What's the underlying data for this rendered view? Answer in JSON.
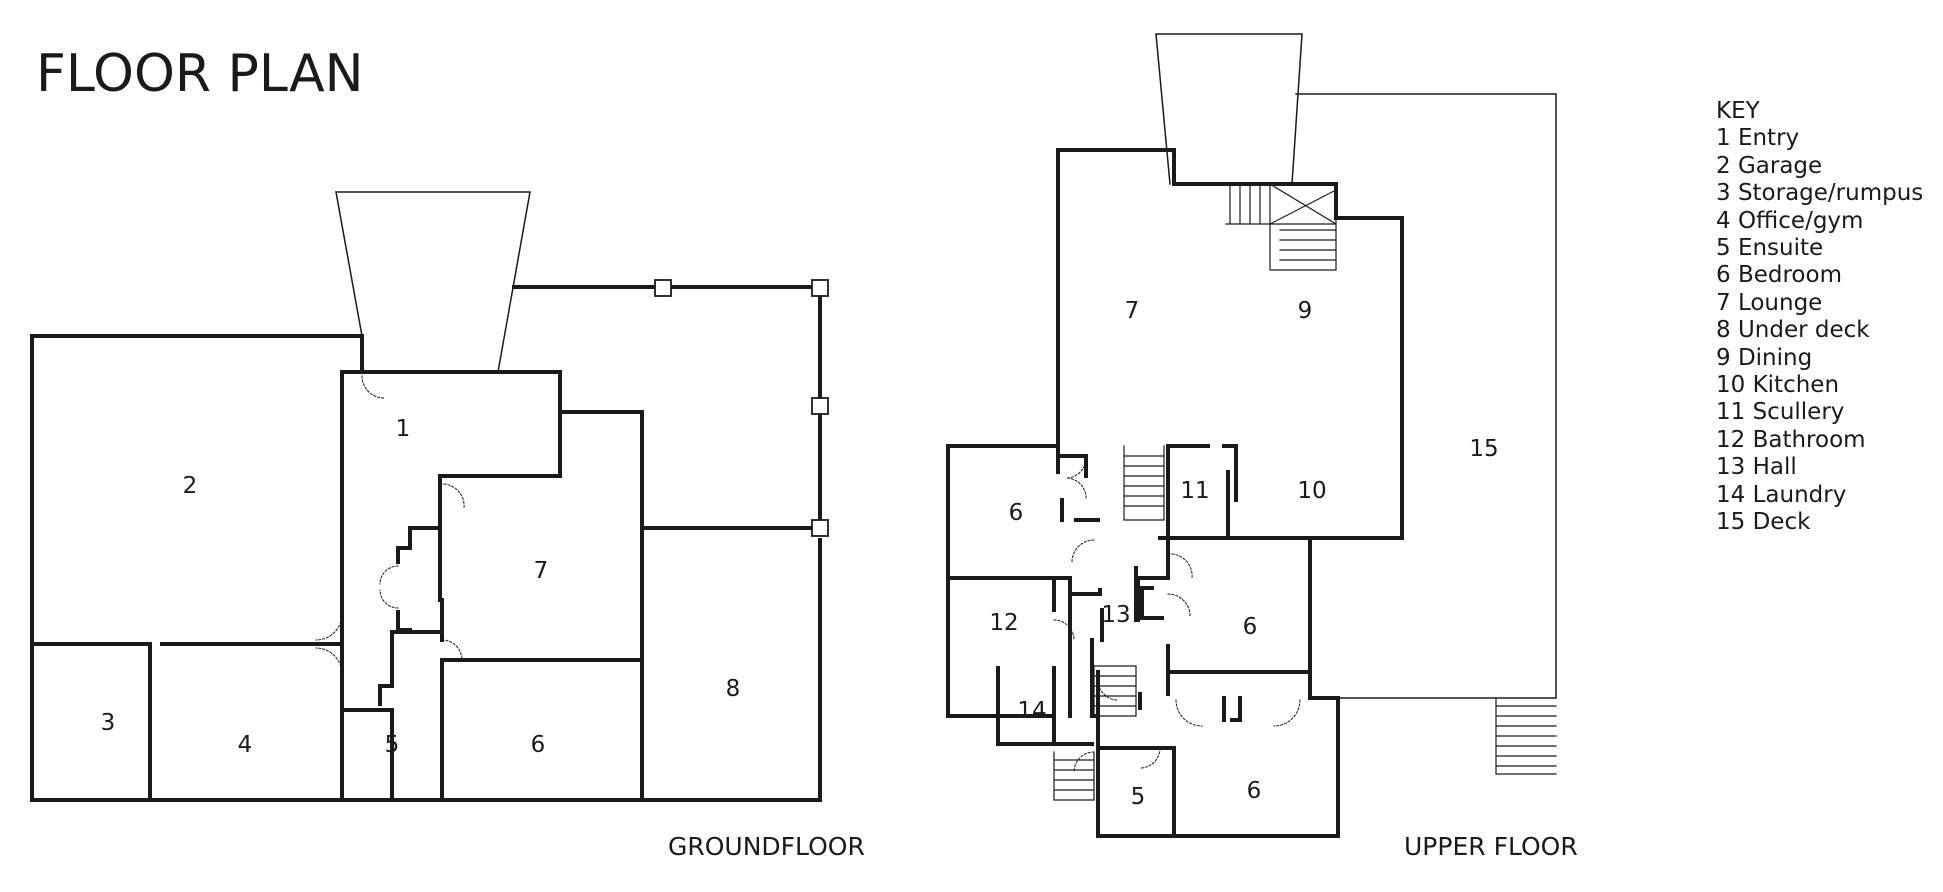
{
  "title": "FLOOR PLAN",
  "ground_floor": {
    "label": "GROUNDFLOOR",
    "rooms": [
      "1",
      "2",
      "3",
      "4",
      "5",
      "6",
      "7",
      "8"
    ]
  },
  "upper_floor": {
    "label": "UPPER FLOOR",
    "rooms": [
      "7",
      "9",
      "6",
      "11",
      "10",
      "15",
      "12",
      "13",
      "6",
      "14",
      "5",
      "6"
    ]
  },
  "key": {
    "heading": "KEY",
    "items": [
      "1 Entry",
      "2 Garage",
      "3 Storage/rumpus",
      "4 Office/gym",
      "5 Ensuite",
      "6 Bedroom",
      "7 Lounge",
      "8 Under deck",
      "9 Dining",
      "10 Kitchen",
      "11 Scullery",
      "12 Bathroom",
      "13 Hall",
      "14 Laundry",
      "15 Deck"
    ]
  }
}
